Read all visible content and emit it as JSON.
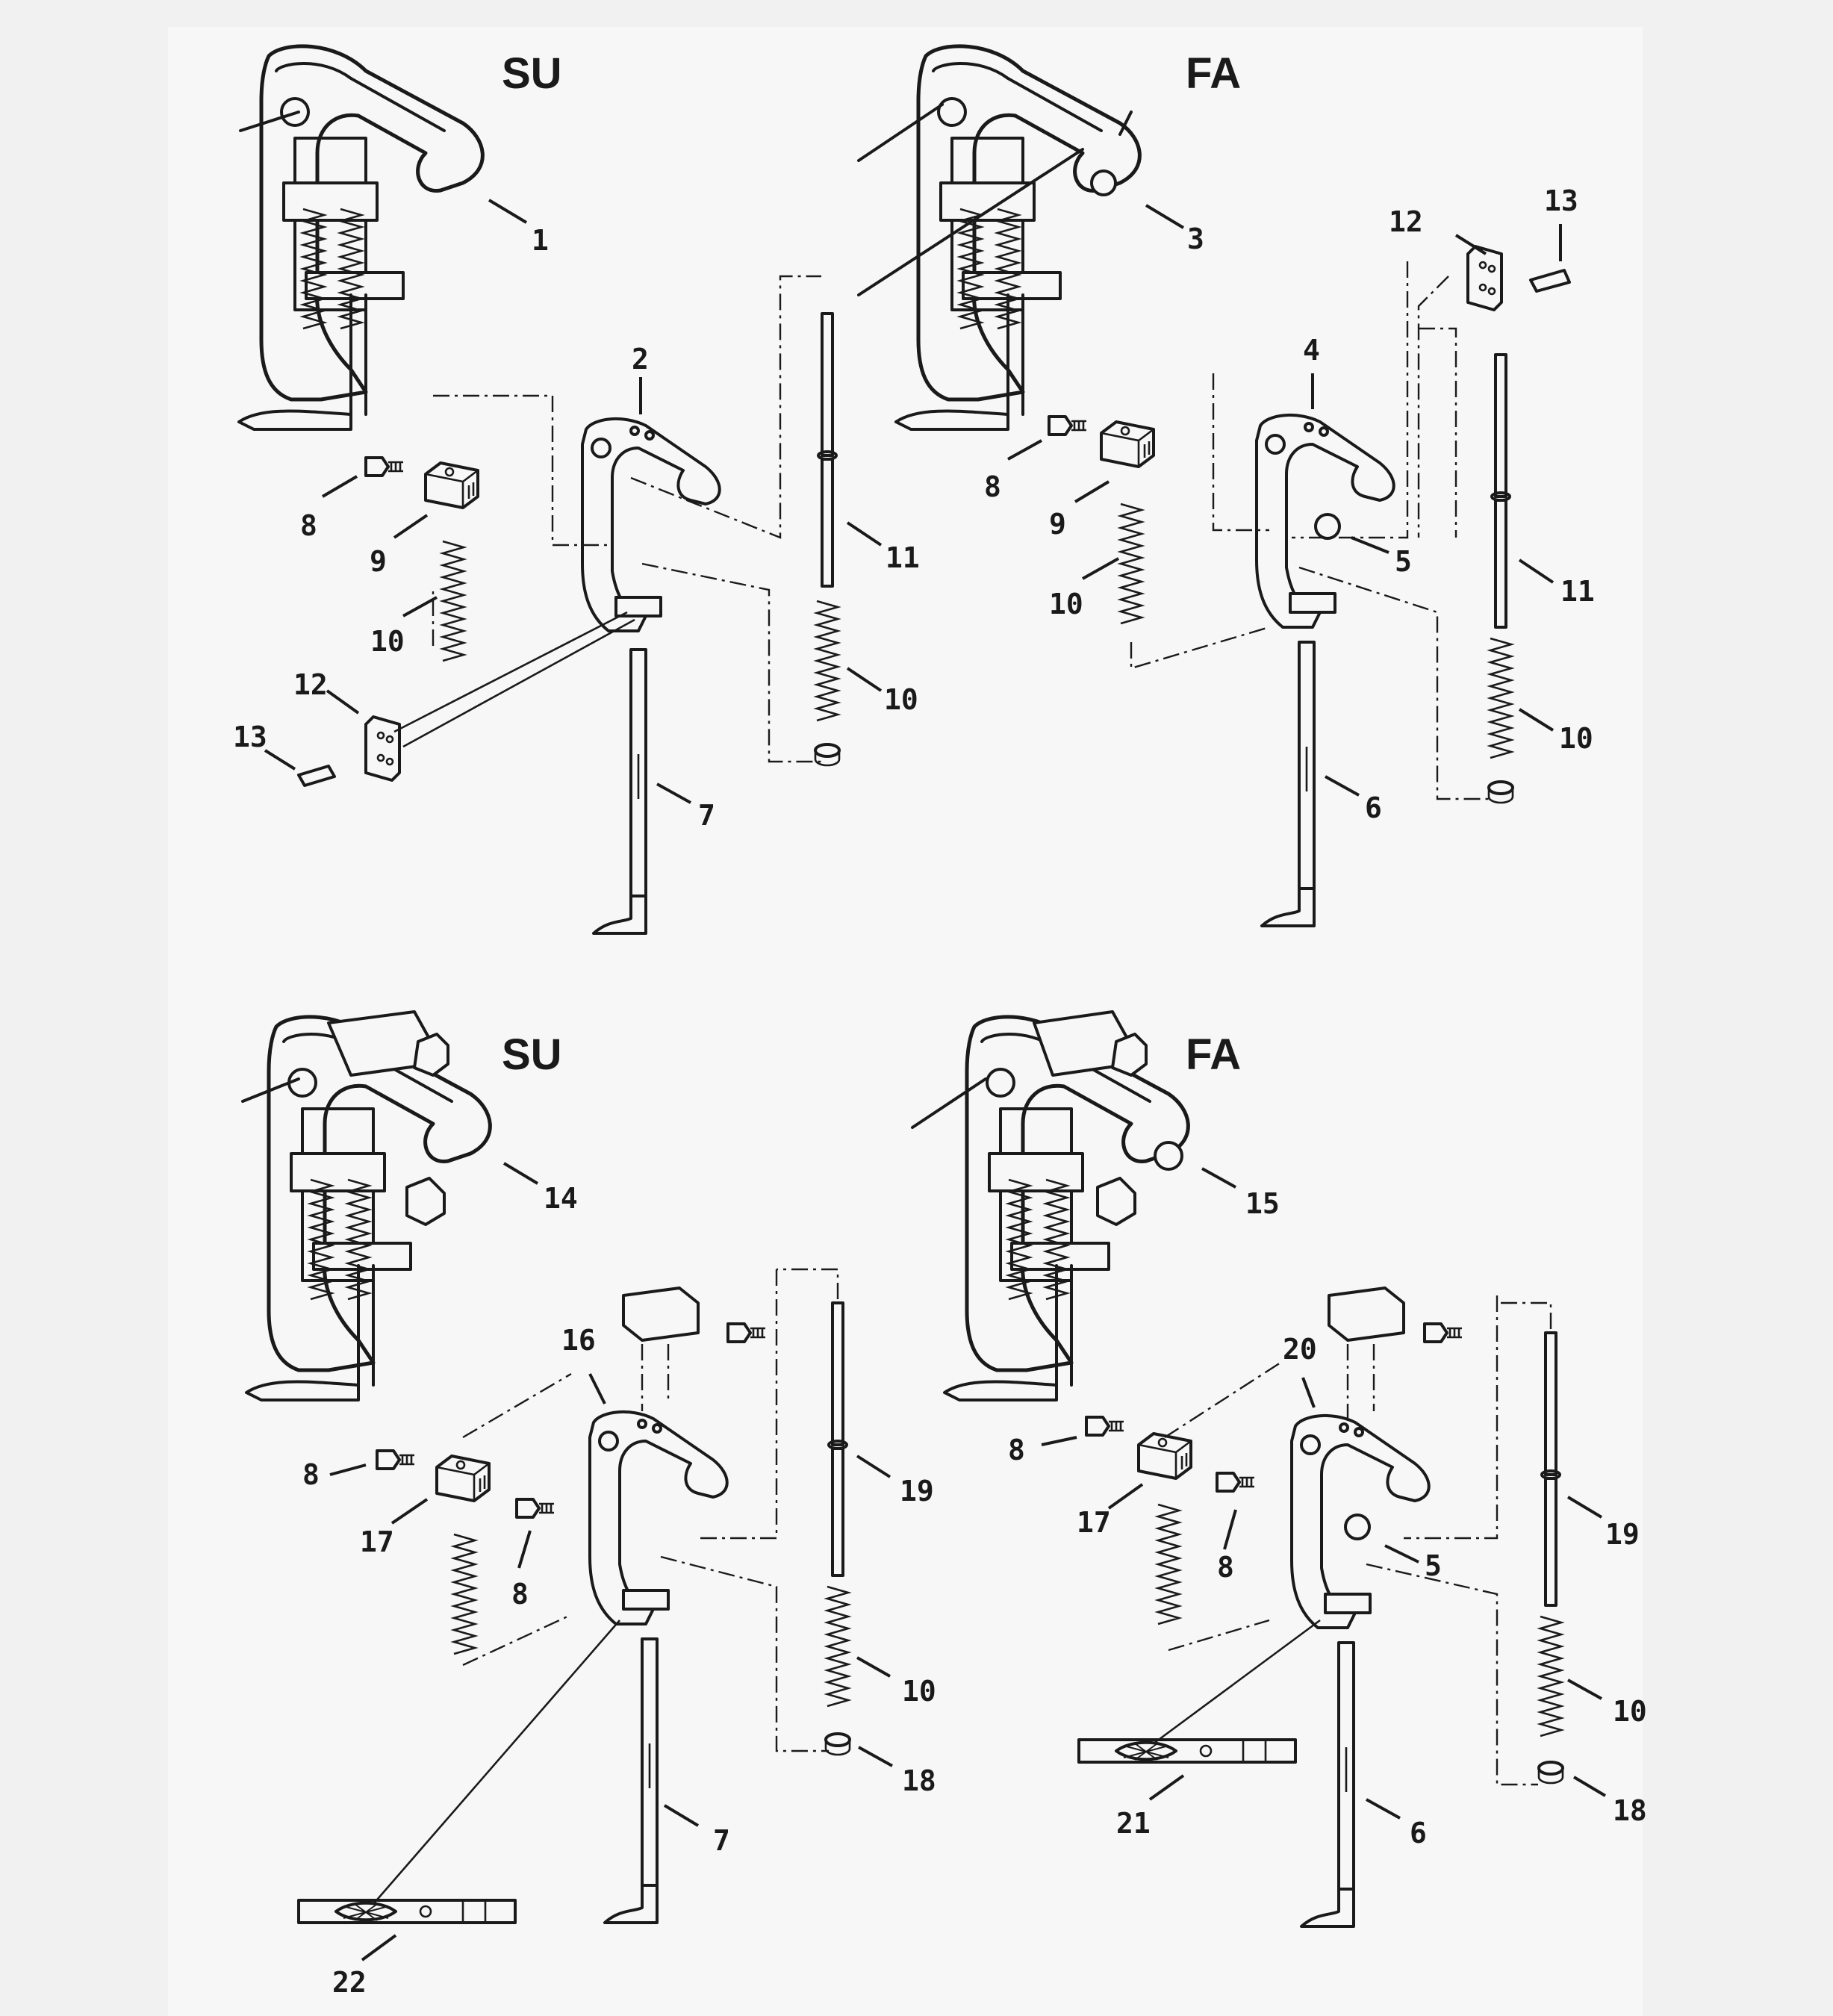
{
  "panels": [
    {
      "heading": "SU"
    },
    {
      "heading": "FA"
    },
    {
      "heading": "SU"
    },
    {
      "heading": "FA"
    }
  ],
  "callouts": {
    "p1": [
      "1",
      "2",
      "8",
      "9",
      "10",
      "11",
      "10",
      "12",
      "13",
      "7"
    ],
    "p2": [
      "3",
      "12",
      "13",
      "4",
      "8",
      "9",
      "10",
      "5",
      "11",
      "10",
      "6"
    ],
    "p3": [
      "14",
      "16",
      "8",
      "17",
      "8",
      "19",
      "10",
      "18",
      "7",
      "22"
    ],
    "p4": [
      "15",
      "20",
      "8",
      "17",
      "8",
      "5",
      "19",
      "10",
      "18",
      "21",
      "6"
    ]
  },
  "colors": {
    "ink": "#1a1a1a",
    "paper": "#f7f7f7",
    "margin": "#f1f1f1"
  }
}
